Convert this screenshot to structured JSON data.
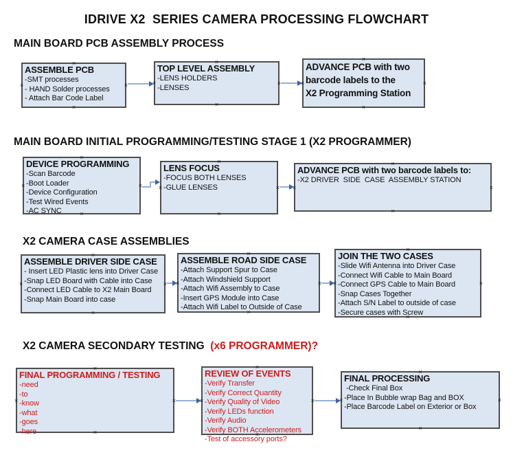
{
  "title": "IDRIVE X2  SERIES CAMERA PROCESSING FLOWCHART",
  "colors": {
    "box_fill": "#dce6f2",
    "box_border": "#4e4e4e",
    "arrow_line": "#96b0d6",
    "arrow_head": "#3f63a4",
    "red_text": "#cc1c1c",
    "black_text": "#111111"
  },
  "icons": {
    "connection_handle": "×"
  },
  "sections": [
    {
      "heading": "MAIN BOARD PCB ASSEMBLY PROCESS",
      "boxes": [
        {
          "title": "ASSEMBLE PCB",
          "items": [
            "-SMT processes",
            "- HAND Solder processes",
            "- Attach Bar Code Label"
          ]
        },
        {
          "title": "TOP LEVEL ASSEMBLY",
          "items": [
            "-LENS HOLDERS",
            "-LENSES"
          ]
        },
        {
          "title": "ADVANCE PCB with two\nbarcode labels to the\n X2 Programming Station",
          "items": []
        }
      ]
    },
    {
      "heading": "MAIN BOARD INITIAL PROGRAMMING/TESTING STAGE 1 (X2 PROGRAMMER)",
      "boxes": [
        {
          "title": "DEVICE PROGRAMMING",
          "items": [
            "-Scan Barcode",
            "-Boot Loader",
            "-Device Configuration",
            "-Test Wired Events",
            "-AC SYNC"
          ]
        },
        {
          "title": "LENS FOCUS",
          "items": [
            "-FOCUS BOTH LENSES",
            "-GLUE LENSES"
          ]
        },
        {
          "title": "ADVANCE PCB with two barcode labels to:",
          "items": [
            "-X2 DRIVER  SIDE  CASE  ASSEMBLY STATION"
          ]
        }
      ]
    },
    {
      "heading": "X2 CAMERA CASE ASSEMBLIES",
      "boxes": [
        {
          "title": "ASSEMBLE DRIVER SIDE CASE",
          "items": [
            "- Insert LED Plastic lens into Driver Case",
            "-Snap LED Board with Cable into Case",
            "-Connect LED Cable to X2 Main Board",
            "-Snap Main Board into case"
          ]
        },
        {
          "title": "ASSEMBLE ROAD SIDE CASE",
          "items": [
            "-Attach Support Spur to Case",
            "-Attach Windshield Support",
            "-Attach Wifi Assembly to Case",
            "-Insert GPS Module into Case",
            "-Attach Wifi Label to Outside of Case"
          ]
        },
        {
          "title": "JOIN THE TWO CASES",
          "items": [
            "-Slide Wifi Antenna into Driver Case",
            "-Connect Wifi Cable to Main Board",
            "-Connect GPS Cable to Main Board",
            "-Snap Cases Together",
            "-Attach S/N Label to outside of case",
            "-Secure cases with Screw"
          ]
        }
      ]
    },
    {
      "heading": "X2 CAMERA SECONDARY TESTING ",
      "heading_suffix": " (x6 PROGRAMMER)?",
      "boxes": [
        {
          "title": "FINAL PROGRAMMING / TESTING",
          "items": [
            "-need",
            "-to",
            "-know",
            "-what",
            "-goes",
            "-here"
          ]
        },
        {
          "title": "REVIEW OF EVENTS",
          "items": [
            "-Verify Transfer",
            "-Verify Correct Quantity",
            "-Verify Quality of Video",
            "-Verify LEDs function",
            "-Verify Audio",
            "-Verify BOTH Accelerometers",
            "-Test of accessory ports?"
          ]
        },
        {
          "title": "FINAL PROCESSING",
          "items": [
            " -Check Final Box",
            "-Place In Bubble wrap Bag and BOX",
            "-Place Barcode Label on Exterior or Box"
          ]
        }
      ]
    }
  ]
}
